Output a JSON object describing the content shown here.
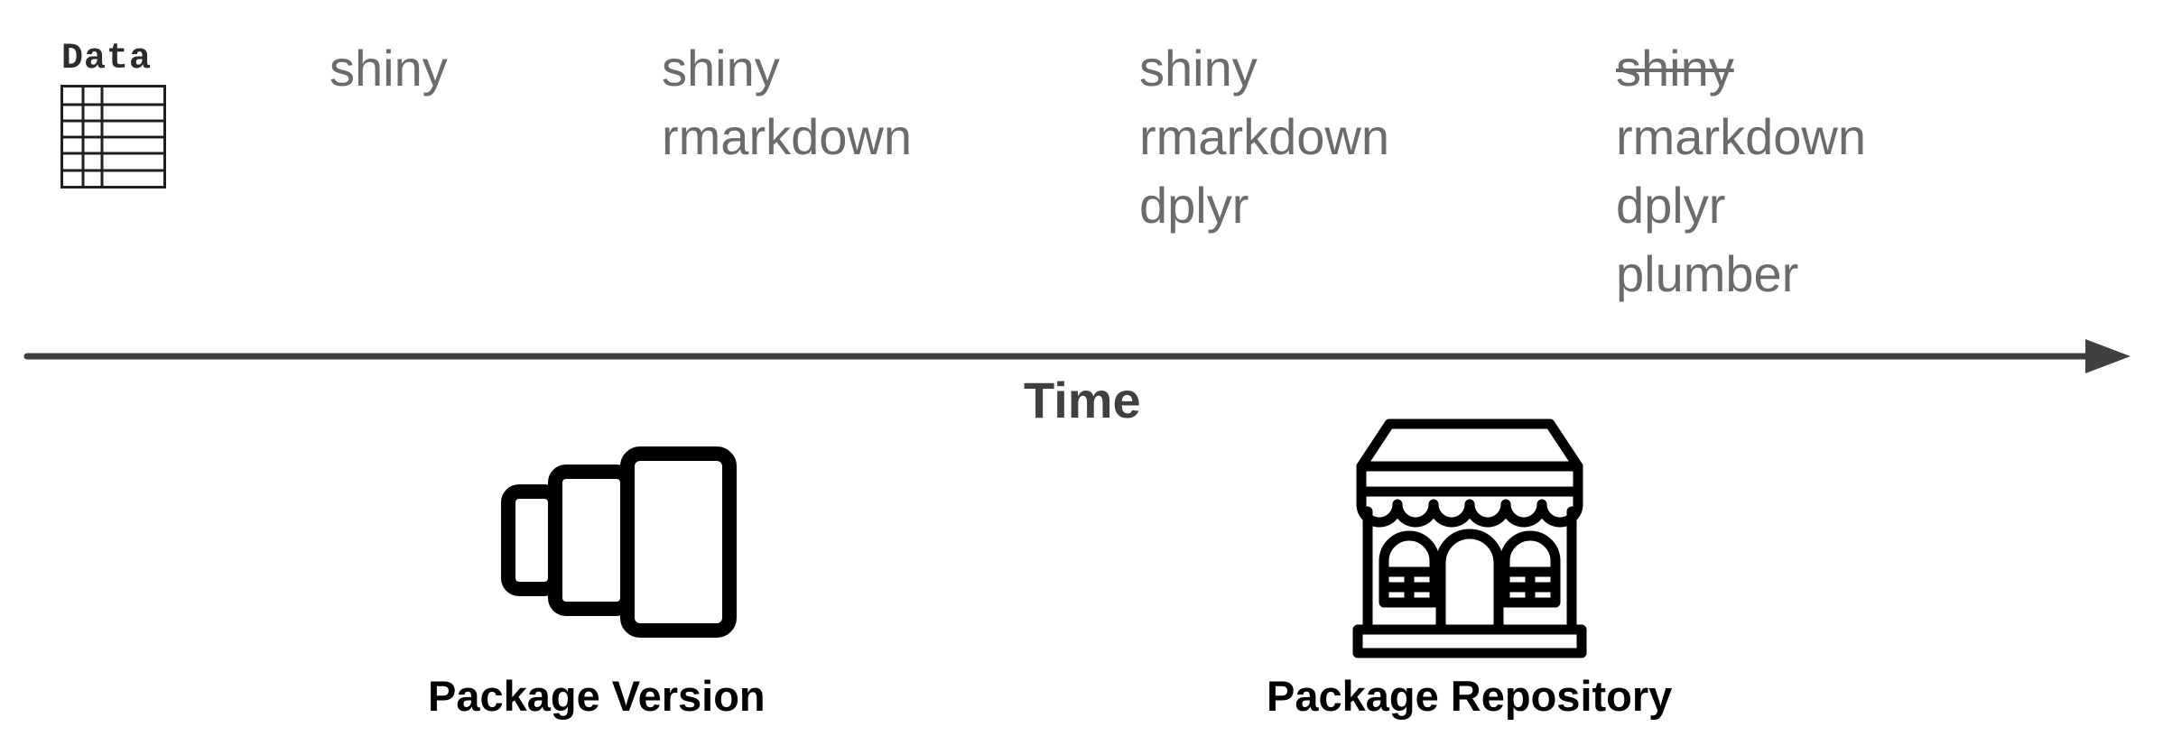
{
  "data_label": "Data",
  "columns": [
    {
      "packages": [
        {
          "name": "shiny",
          "struck": false
        }
      ]
    },
    {
      "packages": [
        {
          "name": "shiny",
          "struck": false
        },
        {
          "name": "rmarkdown",
          "struck": false
        }
      ]
    },
    {
      "packages": [
        {
          "name": "shiny",
          "struck": false
        },
        {
          "name": "rmarkdown",
          "struck": false
        },
        {
          "name": "dplyr",
          "struck": false
        }
      ]
    },
    {
      "packages": [
        {
          "name": "shiny",
          "struck": true
        },
        {
          "name": "rmarkdown",
          "struck": false
        },
        {
          "name": "dplyr",
          "struck": false
        },
        {
          "name": "plumber",
          "struck": false
        }
      ]
    }
  ],
  "axis": {
    "label": "Time",
    "color": "#404040"
  },
  "icons": [
    {
      "icon": "package-versions-icon",
      "caption": "Package Version"
    },
    {
      "icon": "storefront-icon",
      "caption": "Package Repository"
    }
  ],
  "colors": {
    "package_text": "#6b6b6b",
    "icon": "#000000"
  }
}
